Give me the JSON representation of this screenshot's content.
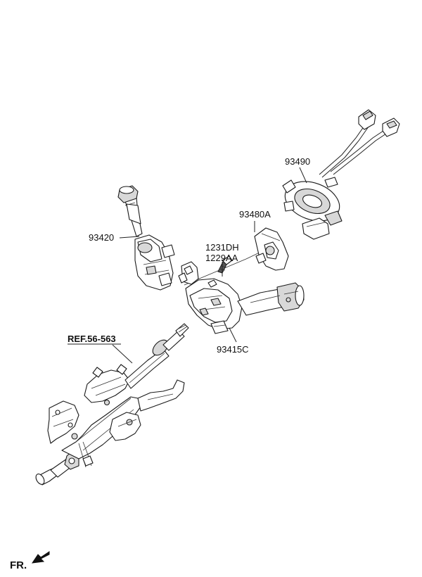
{
  "labels": {
    "ref": "REF.56-563",
    "p93420": "93420",
    "p1231dh": "1231DH",
    "p1229aa": "1229AA",
    "p93480a": "93480A",
    "p93490": "93490",
    "p93415c": "93415C",
    "fr": "FR."
  }
}
